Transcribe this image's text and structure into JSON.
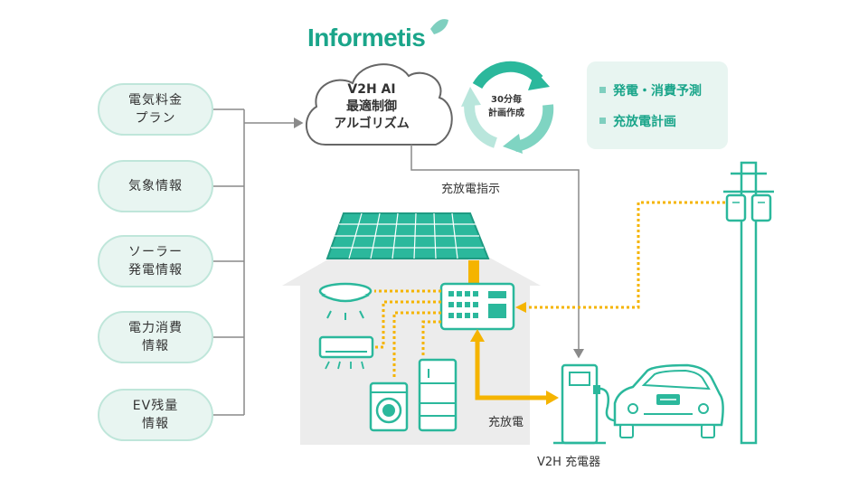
{
  "logo": {
    "text": "Informetis"
  },
  "inputs": [
    {
      "label": "電気料金\nプラン"
    },
    {
      "label": "気象情報"
    },
    {
      "label": "ソーラー\n発電情報"
    },
    {
      "label": "電力消費\n情報"
    },
    {
      "label": "EV残量\n情報"
    }
  ],
  "cloud": {
    "label": "V2H AI\n最適制御\nアルゴリズム"
  },
  "cycle": {
    "label": "30分毎\n計画作成"
  },
  "features": [
    {
      "label": "発電・消費予測"
    },
    {
      "label": "充放電計画"
    }
  ],
  "labels": {
    "command": "充放電指示",
    "charge_discharge": "充放電",
    "charger": "V2H 充電器"
  },
  "colors": {
    "teal": "#2bb89c",
    "teal_light": "#e8f5f1",
    "orange": "#f5b400",
    "house": "#ececec",
    "line": "#8a8a8a"
  }
}
